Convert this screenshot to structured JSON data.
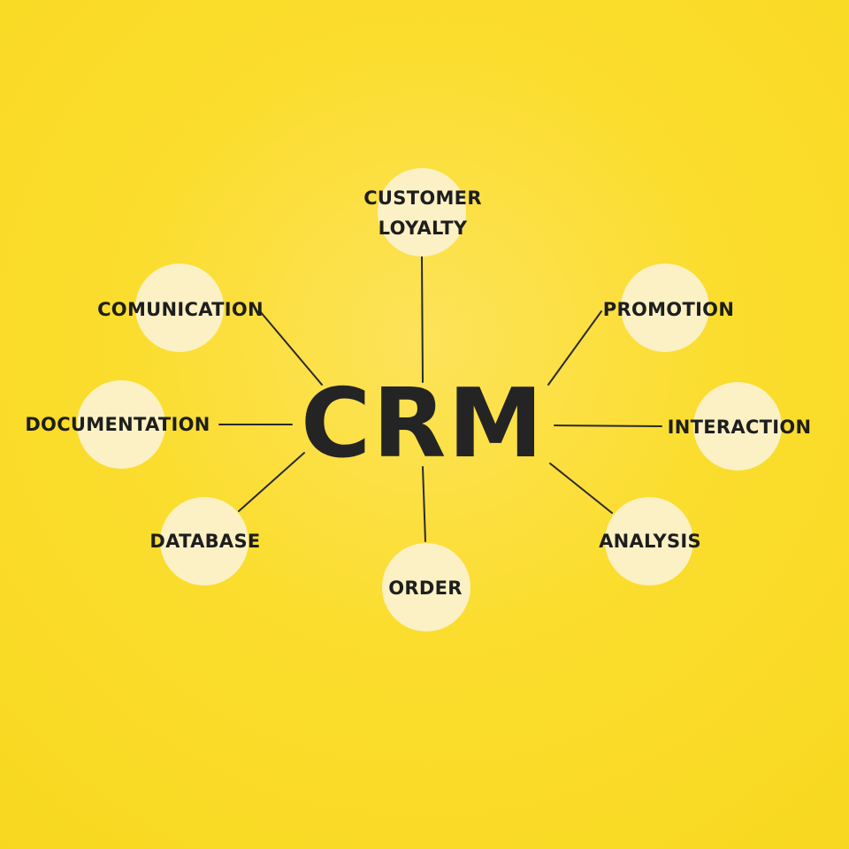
{
  "center": {
    "label": "CRM"
  },
  "nodes": [
    {
      "id": "customer-loyalty",
      "label": "CUSTOMER\nLOYALTY"
    },
    {
      "id": "comunication",
      "label": "COMUNICATION"
    },
    {
      "id": "promotion",
      "label": "PROMOTION"
    },
    {
      "id": "documentation",
      "label": "DOCUMENTATION"
    },
    {
      "id": "interaction",
      "label": "INTERACTION"
    },
    {
      "id": "database",
      "label": "DATABASE"
    },
    {
      "id": "analysis",
      "label": "ANALYSIS"
    },
    {
      "id": "order",
      "label": "ORDER"
    }
  ],
  "colors": {
    "background": "#fbdd2e",
    "node_circle": "#fbf1c4",
    "text": "#1e1e1e",
    "line": "#2a2a2a"
  }
}
